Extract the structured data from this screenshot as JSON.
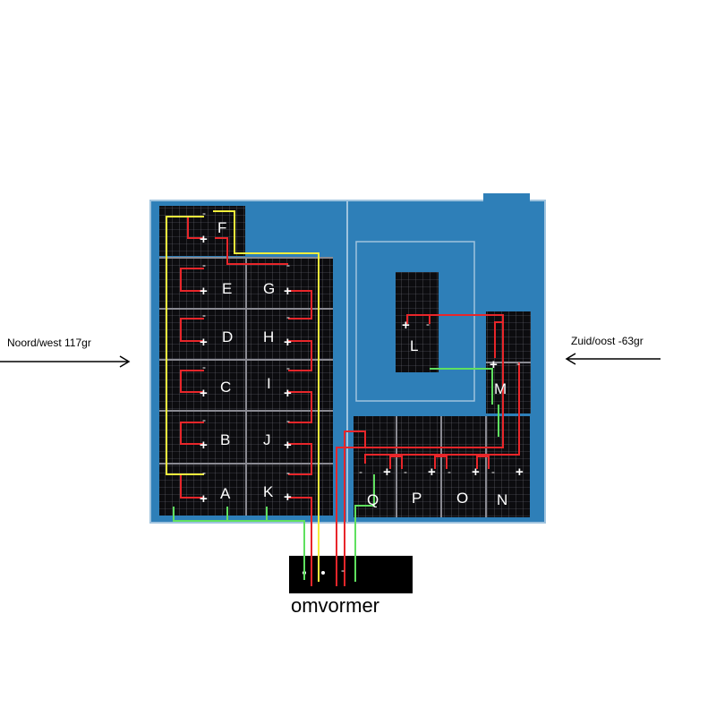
{
  "labels": {
    "west": "Noord/west 117gr",
    "east": "Zuid/oost -63gr",
    "inverter": "omvormer"
  },
  "terminal_symbols": {
    "plus": "+",
    "minus": "-"
  },
  "panels": [
    "A",
    "B",
    "C",
    "D",
    "E",
    "F",
    "G",
    "H",
    "I",
    "J",
    "K",
    "L",
    "M",
    "N",
    "O",
    "P",
    "Q"
  ],
  "colors": {
    "roof": "#2e7fb8",
    "roof_edge": "#9fc3de",
    "panel": "#0c0c0f",
    "panel_grid": "#707078",
    "wire_red": "#e8262a",
    "wire_yellow": "#f3ee3c",
    "wire_green": "#5fe05f",
    "inverter": "#000000"
  }
}
